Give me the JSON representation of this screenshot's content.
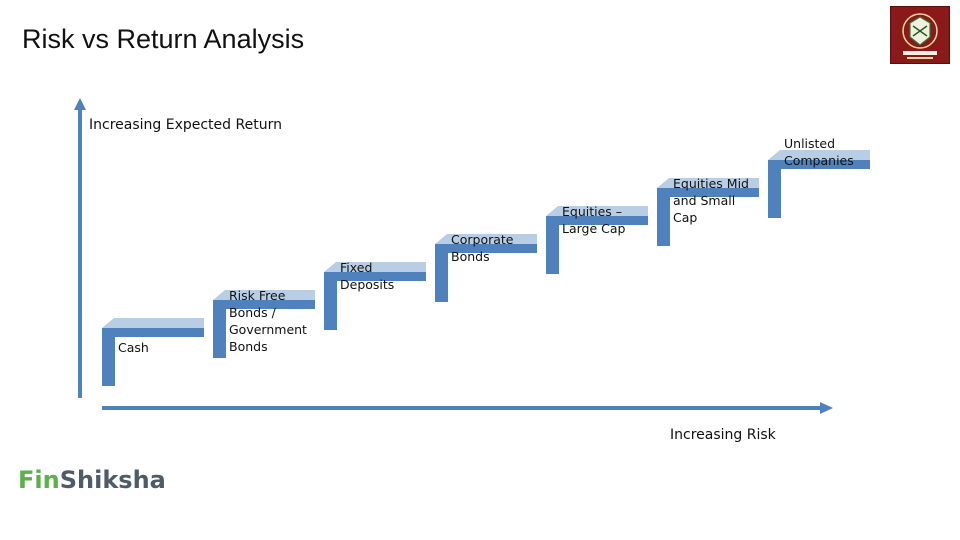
{
  "slide": {
    "title": "Risk vs Return Analysis"
  },
  "axes": {
    "y_label": "Increasing Expected Return",
    "x_label": "Increasing Risk"
  },
  "steps": [
    {
      "label": "Cash"
    },
    {
      "label": "Risk Free\nBonds /\nGovernment\nBonds"
    },
    {
      "label": "Fixed\nDeposits"
    },
    {
      "label": "Corporate\nBonds"
    },
    {
      "label": "Equities –\nLarge Cap"
    },
    {
      "label": "Equities Mid\nand Small\nCap"
    },
    {
      "label": "Unlisted\nCompanies"
    }
  ],
  "colors": {
    "step_fill": "#4f81bd",
    "step_top": "#b9cde5",
    "axis": "#4f81bd"
  },
  "brand": {
    "part1": "Fin",
    "part2": "Shiksha"
  },
  "logo": {
    "icon": "rvs-imsr-crest-icon"
  }
}
